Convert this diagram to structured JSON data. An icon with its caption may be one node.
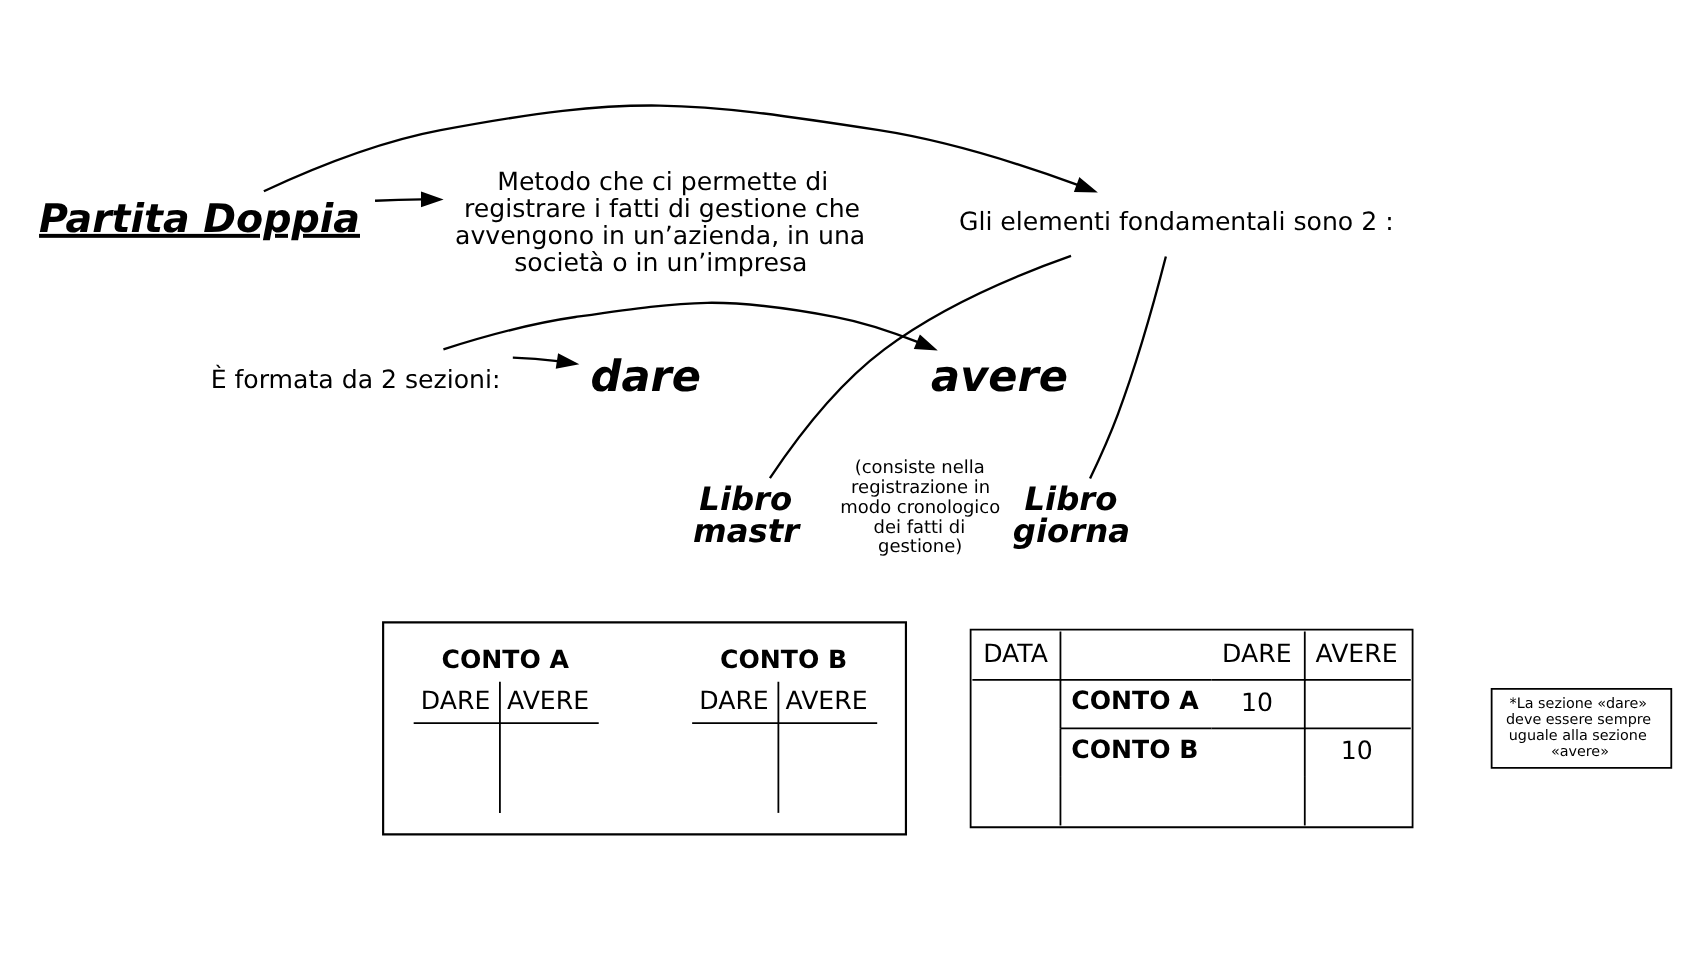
{
  "diagram": {
    "nodes": [
      {
        "text": [
          "Partita Doppia"
        ]
      },
      {
        "text": [
          "Metodo che ci permette di registrare i fatti di gestione che avvengono in un’azienda, in una società o in un’impresa"
        ]
      },
      {
        "text": [
          "Gli elementi fondamentali sono 2 :"
        ]
      },
      {
        "text": [
          "È formata da 2 sezioni:"
        ]
      },
      {
        "text": [
          "dare"
        ]
      },
      {
        "text": [
          "avere"
        ]
      },
      {
        "text": [
          "Libro mastr"
        ]
      },
      {
        "text": [
          "Libro giorna"
        ],
        "beside": [
          "(consiste nella registrazione in modo cronologico dei fatti di gestione)"
        ]
      },
      {
        "text": [],
        "shape": "box"
      },
      {
        "text": [
          "CONTO A",
          "DARE",
          "AVERE"
        ],
        "in": 8
      },
      {
        "text": [
          "CONTO B",
          "DARE",
          "AVERE"
        ],
        "in": 8
      },
      {
        "text": [
          "DATA",
          "DARE",
          "AVERE",
          "CONTO A",
          "10",
          "CONTO B",
          "10"
        ]
      },
      {
        "text": [
          "*La sezione «dare» deve essere sempre uguale alla sezione «avere»"
        ]
      }
    ],
    "edges": [
      {
        "from": 0,
        "to": 2,
        "arrow": "to"
      },
      {
        "from": 0,
        "to": 1,
        "arrow": "to"
      },
      {
        "from": 3,
        "to": 4,
        "arrow": "to"
      },
      {
        "from": 3,
        "to": 5,
        "arrow": "to"
      },
      {
        "from": 2,
        "to": 6,
        "arrow": "none"
      },
      {
        "from": 2,
        "to": 7,
        "arrow": "none"
      }
    ]
  }
}
